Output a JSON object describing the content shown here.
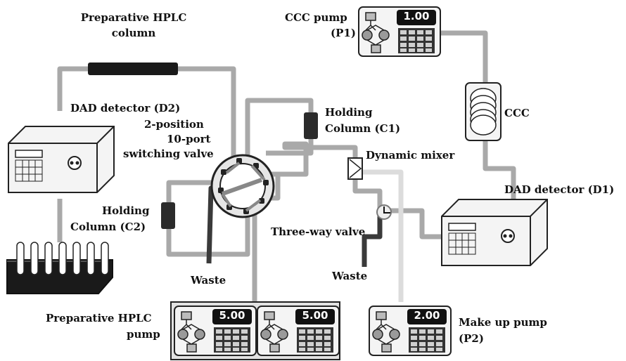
{
  "labels": {
    "prep_hplc_column": [
      "Preparative HPLC",
      "column"
    ],
    "ccc_pump": [
      "CCC pump",
      "(P1)"
    ],
    "dad_d2": "DAD detector (D2)",
    "switching_valve": [
      "2-position",
      "10-port",
      "switching valve"
    ],
    "holding_c1": [
      "Holding",
      "Column (C1)"
    ],
    "ccc": "CCC",
    "dynamic_mixer": "Dynamic mixer",
    "dad_d1": "DAD detector (D1)",
    "holding_c2": [
      "Holding",
      "Column (C2)"
    ],
    "three_way_valve": "Three-way valve",
    "waste_left": "Waste",
    "waste_right": "Waste",
    "prep_hplc_pump": [
      "Preparative HPLC",
      "pump"
    ],
    "make_up_pump": [
      "Make up pump",
      "(P2)"
    ]
  },
  "pumps": {
    "ccc_pump_display": "1.00",
    "prep_pump_a_display": "5.00",
    "prep_pump_b_display": "5.00",
    "make_up_pump_display": "2.00"
  },
  "colors": {
    "pipe": "#a9a9a9",
    "pipe_dark": "#3a3a3a",
    "pipe_light": "#dcdcdc",
    "device_outline": "#222222"
  }
}
